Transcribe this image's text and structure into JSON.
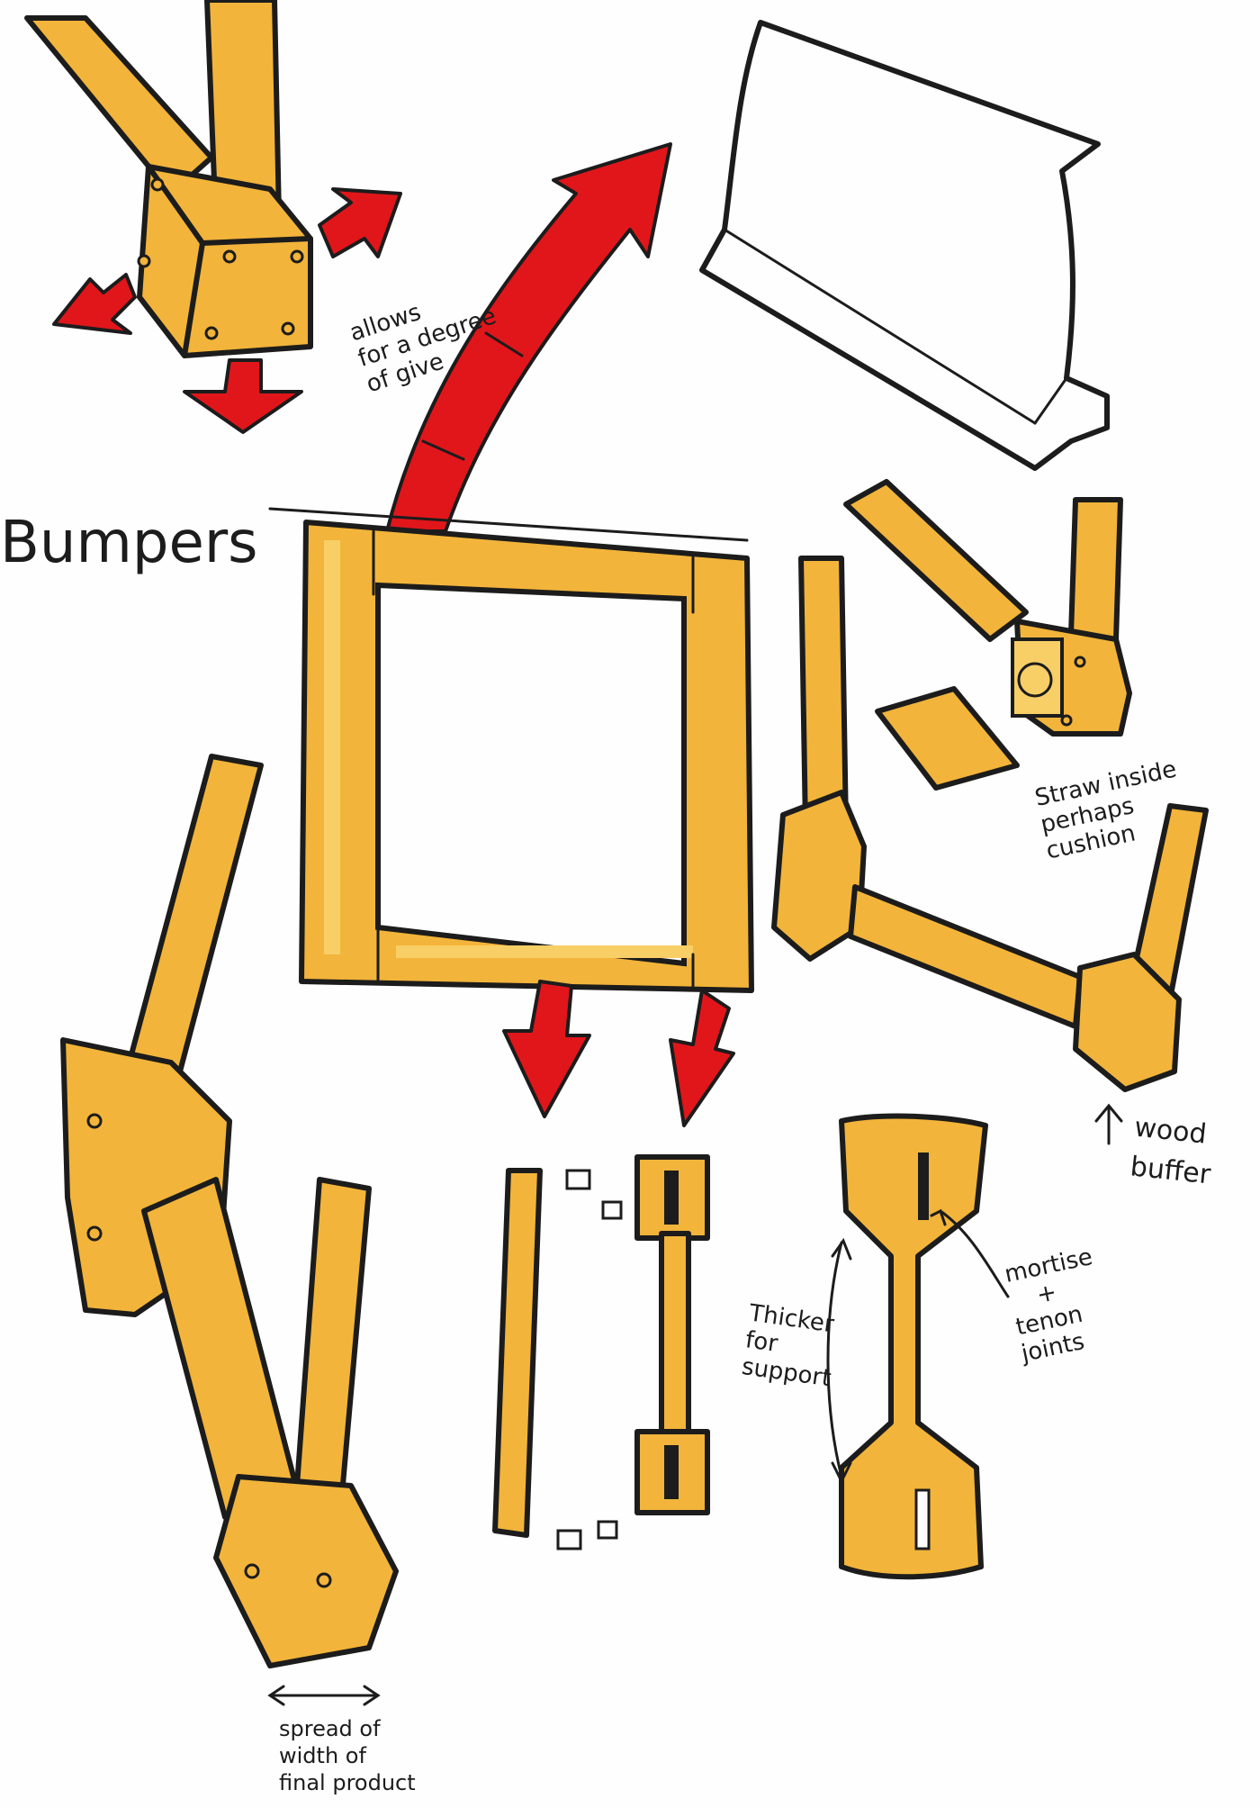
{
  "title": "Bumpers",
  "notes": {
    "allows_line1": "allows",
    "allows_line2": "for a degree",
    "allows_line3": "of give",
    "straw_line1": "Straw inside",
    "straw_line2": "perhaps",
    "straw_line3": "cushion",
    "wood_line1": "wood",
    "wood_line2": "buffer",
    "thicker_line1": "Thicker",
    "thicker_line2": "for",
    "thicker_line3": "support",
    "mortise_line1": "mortise",
    "mortise_line2": "+",
    "mortise_line3": "tenon",
    "mortise_line4": "joints",
    "spread_line1": "spread of",
    "spread_line2": "width of",
    "spread_line3": "final product"
  },
  "colors": {
    "wood": "#f2b43a",
    "wood_highlight": "#f8cf66",
    "arrow": "#e0161b",
    "ink": "#1c1c1c"
  }
}
